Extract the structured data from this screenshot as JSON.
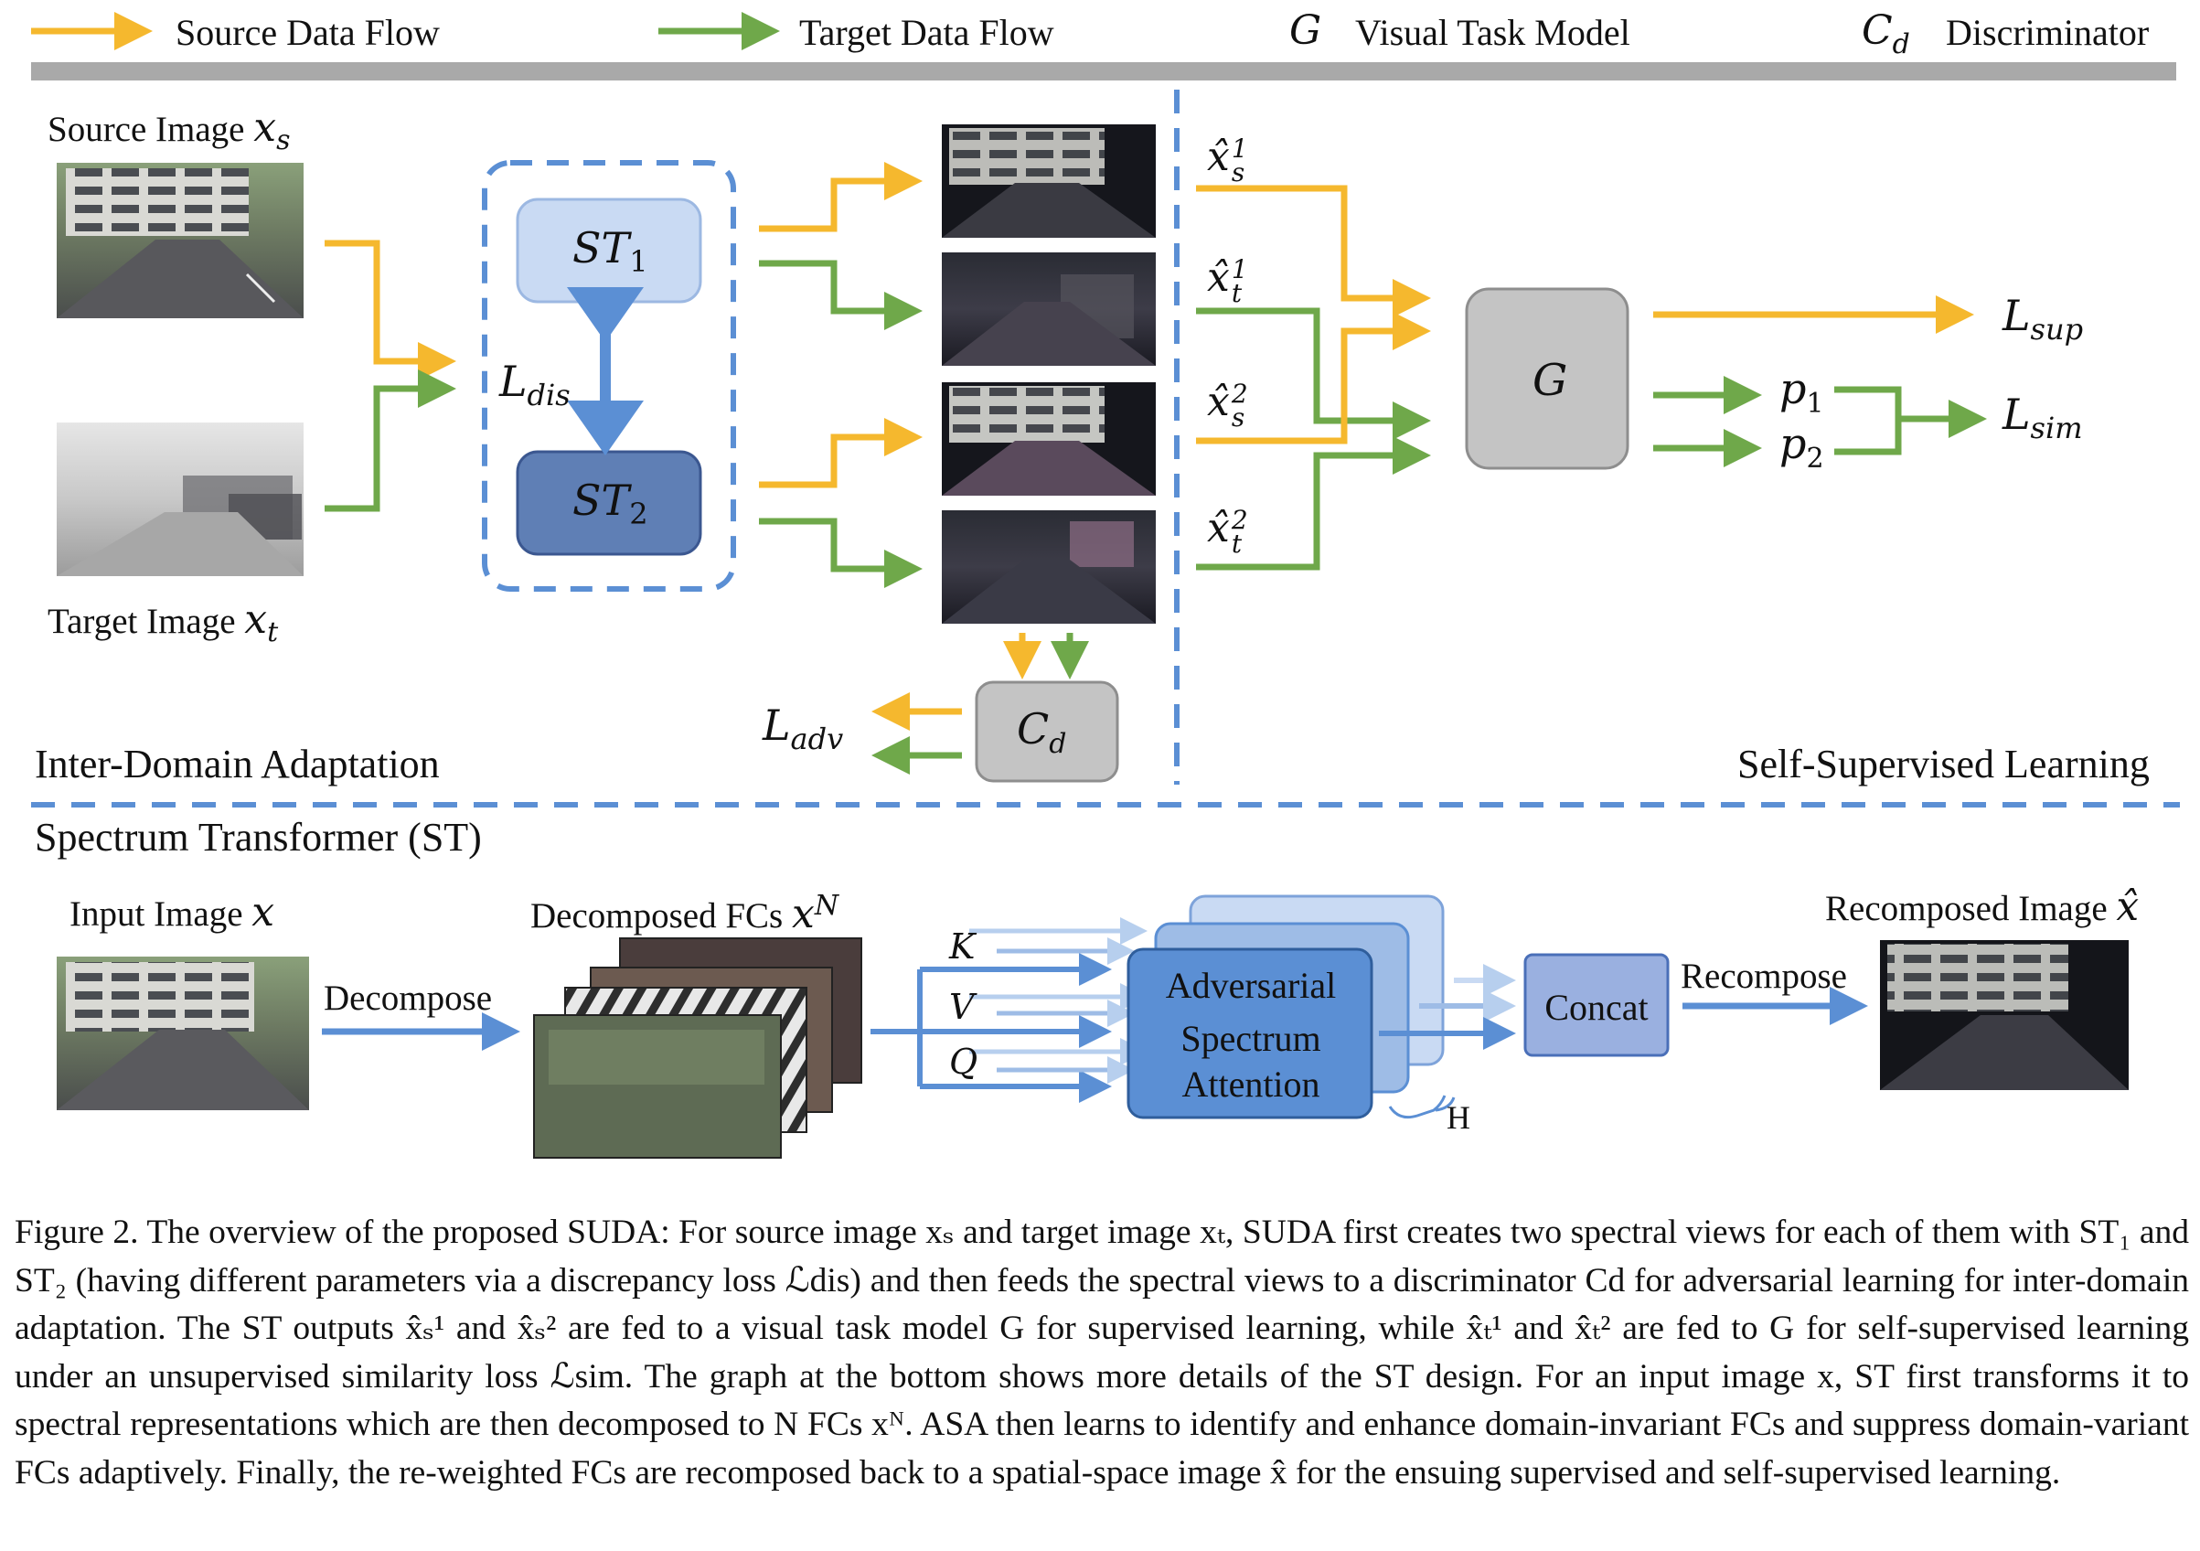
{
  "legend": {
    "source_flow": "Source Data Flow",
    "target_flow": "Target Data Flow",
    "g_symbol": "G",
    "g_desc": "Visual Task Model",
    "cd_symbol": "C",
    "cd_sub": "d",
    "cd_desc": "Discriminator"
  },
  "colors": {
    "source": "#f5b82e",
    "target": "#6fa84a",
    "st_blue": "#5b8fd4",
    "st1_fill": "#c9daf3",
    "st2_fill": "#5f7fb5",
    "gray_box": "#c4c4c4"
  },
  "top": {
    "source_image_label": "Source Image",
    "source_image_var": "x",
    "source_image_sub": "s",
    "target_image_label": "Target Image",
    "target_image_var": "x",
    "target_image_sub": "t",
    "st1": "ST",
    "st1_sub": "1",
    "st2": "ST",
    "st2_sub": "2",
    "l_dis": "L",
    "l_dis_sub": "dis",
    "views": [
      {
        "var": "x̂",
        "sub": "s",
        "sup": "1"
      },
      {
        "var": "x̂",
        "sub": "t",
        "sup": "1"
      },
      {
        "var": "x̂",
        "sub": "s",
        "sup": "2"
      },
      {
        "var": "x̂",
        "sub": "t",
        "sup": "2"
      }
    ],
    "g_box": "G",
    "p1": "p",
    "p1_sub": "1",
    "p2": "p",
    "p2_sub": "2",
    "l_sup": "L",
    "l_sup_sub": "sup",
    "l_sim": "L",
    "l_sim_sub": "sim",
    "cd_box": "C",
    "cd_box_sub": "d",
    "l_adv": "L",
    "l_adv_sub": "adv",
    "inter_domain": "Inter-Domain Adaptation",
    "self_supervised": "Self-Supervised Learning"
  },
  "bottom": {
    "title": "Spectrum Transformer (ST)",
    "input_label": "Input Image",
    "input_var": "x",
    "decompose": "Decompose",
    "decomposed_label": "Decomposed FCs",
    "decomposed_var": "x",
    "decomposed_sup": "N",
    "k": "K",
    "v": "V",
    "q": "Q",
    "asa_line1": "Adversarial",
    "asa_line2": "Spectrum",
    "asa_line3": "Attention",
    "h": "H",
    "concat": "Concat",
    "recompose": "Recompose",
    "recomposed_label": "Recomposed Image",
    "recomposed_var": "x̂"
  },
  "caption": {
    "text": "Figure 2. The overview of the proposed SUDA: For source image xₛ and target image xₜ, SUDA first creates two spectral views for each of them with ST₁ and ST₂ (having different parameters via a discrepancy loss ℒdis) and then feeds the spectral views to a discriminator Cd for adversarial learning for inter-domain adaptation. The ST outputs x̂ₛ¹ and x̂ₛ² are fed to a visual task model G for supervised learning, while x̂ₜ¹ and x̂ₜ² are fed to G for self-supervised learning under an unsupervised similarity loss ℒsim. The graph at the bottom shows more details of the ST design. For an input image x, ST first transforms it to spectral representations which are then decomposed to N FCs xᴺ. ASA then learns to identify and enhance domain-invariant FCs and suppress domain-variant FCs adaptively. Finally, the re-weighted FCs are recomposed back to a spatial-space image x̂ for the ensuing supervised and self-supervised learning."
  }
}
